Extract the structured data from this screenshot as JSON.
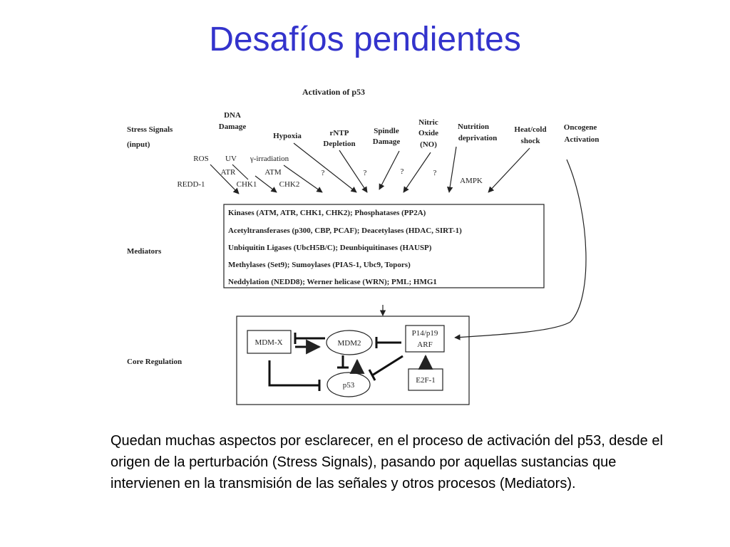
{
  "slide": {
    "title": "Desafíos pendientes",
    "caption": "Quedan muchas aspectos por esclarecer, en el proceso de activación del p53, desde el origen de la perturbación (Stress Signals), pasando por aquellas sustancias que intervienen en la transmisión de las señales y otros procesos (Mediators)."
  },
  "diagram": {
    "title": "Activation of p53",
    "rows": {
      "stress_l1": "Stress Signals",
      "stress_l2": "(input)",
      "mediators": "Mediators",
      "core": "Core Regulation"
    },
    "signals": {
      "dna_l1": "DNA",
      "dna_l2": "Damage",
      "hypoxia": "Hypoxia",
      "rntp_l1": "rNTP",
      "rntp_l2": "Depletion",
      "spindle_l1": "Spindle",
      "spindle_l2": "Damage",
      "nitric_l1": "Nitric",
      "nitric_l2": "Oxide",
      "nitric_l3": "(NO)",
      "nutrition_l1": "Nutrition",
      "nutrition_l2": "deprivation",
      "heat_l1": "Heat/cold",
      "heat_l2": "shock",
      "onco_l1": "Oncogene",
      "onco_l2": "Activation"
    },
    "sublabels": {
      "ros": "ROS",
      "uv": "UV",
      "gamma": "γ-irradiation",
      "atr": "ATR",
      "atm": "ATM",
      "redd1": "REDD-1",
      "chk1": "CHK1",
      "chk2": "CHK2",
      "q1": "?",
      "q2": "?",
      "q3": "?",
      "q4": "?",
      "ampk": "AMPK"
    },
    "mediators": [
      "Kinases (ATM, ATR, CHK1, CHK2); Phosphatases (PP2A)",
      "Acetyltransferases (p300, CBP, PCAF); Deacetylases (HDAC, SIRT-1)",
      "Unbiquitin Ligases (UbcH5B/C); Deunbiquitinases (HAUSP)",
      "Methylases (Set9); Sumoylases (PIAS-1, Ubc9, Topors)",
      "Neddylation (NEDD8); Werner helicase (WRN);  PML; HMG1"
    ],
    "core": {
      "mdmx": "MDM-X",
      "mdm2": "MDM2",
      "p53": "p53",
      "arf_l1": "P14/p19",
      "arf_l2": "ARF",
      "e2f1": "E2F-1"
    }
  }
}
